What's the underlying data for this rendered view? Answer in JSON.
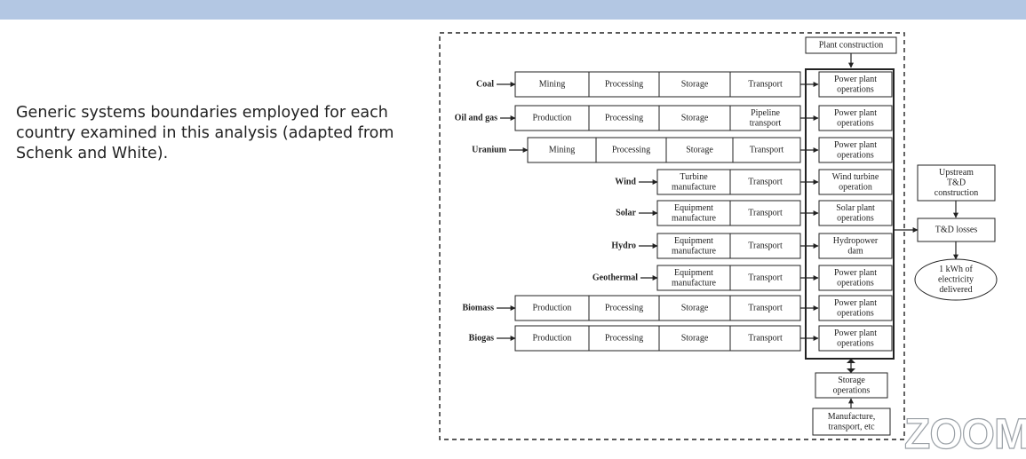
{
  "caption": "Generic systems boundaries employed for each country examined in this analysis (adapted from Schenk and White).",
  "watermark": "ZOOM",
  "top": {
    "plant_construction": "Plant construction"
  },
  "rows": [
    {
      "source": "Coal",
      "steps": [
        "Mining",
        "Processing",
        "Storage",
        "Transport"
      ],
      "op": [
        "Power plant",
        "operations"
      ]
    },
    {
      "source": "Oil and gas",
      "steps": [
        "Production",
        "Processing",
        "Storage",
        "Pipeline|transport"
      ],
      "op": [
        "Power plant",
        "operations"
      ]
    },
    {
      "source": "Uranium",
      "steps": [
        "Mining",
        "Processing",
        "Storage",
        "Transport"
      ],
      "op": [
        "Power plant",
        "operations"
      ]
    },
    {
      "source": "Wind",
      "steps": [
        "Turbine|manufacture",
        "Transport"
      ],
      "op": [
        "Wind turbine",
        "operation"
      ]
    },
    {
      "source": "Solar",
      "steps": [
        "Equipment|manufacture",
        "Transport"
      ],
      "op": [
        "Solar plant",
        "operations"
      ]
    },
    {
      "source": "Hydro",
      "steps": [
        "Equipment|manufacture",
        "Transport"
      ],
      "op": [
        "Hydropower",
        "dam"
      ]
    },
    {
      "source": "Geothermal",
      "steps": [
        "Equipment|manufacture",
        "Transport"
      ],
      "op": [
        "Power plant",
        "operations"
      ]
    },
    {
      "source": "Biomass",
      "steps": [
        "Production",
        "Processing",
        "Storage",
        "Transport"
      ],
      "op": [
        "Power plant",
        "operations"
      ]
    },
    {
      "source": "Biogas",
      "steps": [
        "Production",
        "Processing",
        "Storage",
        "Transport"
      ],
      "op": [
        "Power plant",
        "operations"
      ]
    }
  ],
  "bottom": {
    "storage_ops": [
      "Storage",
      "operations"
    ],
    "manufacture": [
      "Manufacture,",
      "transport, etc"
    ]
  },
  "right": {
    "upstream": [
      "Upstream",
      "T&D",
      "construction"
    ],
    "td_losses": "T&D losses",
    "delivered": [
      "1 kWh of",
      "electricity",
      "delivered"
    ]
  }
}
